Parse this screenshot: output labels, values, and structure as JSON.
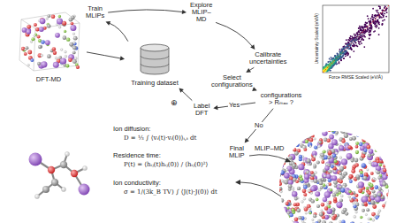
{
  "diagram": {
    "nodes": [
      {
        "text": [
          "DFT-MD"
        ]
      },
      {
        "text": [
          "Training dataset"
        ]
      },
      {
        "text": [
          "Train MLIPs"
        ]
      },
      {
        "text": [
          "Explore MLIP–MD"
        ]
      },
      {
        "text": [
          "Calibrate uncertainties"
        ]
      },
      {
        "text": [
          "Select configurations"
        ]
      },
      {
        "text": [
          "configurations > Rₘₐₓ ?"
        ]
      },
      {
        "text": [
          "Label DFT"
        ]
      },
      {
        "text": [
          "Final MLIP"
        ]
      }
    ],
    "edges": [
      {
        "from": 0,
        "to": 1,
        "arrow": "to"
      },
      {
        "from": 1,
        "to": 2,
        "arrow": "to"
      },
      {
        "from": 2,
        "to": 3,
        "arrow": "to"
      },
      {
        "from": 3,
        "to": 4,
        "arrow": "to"
      },
      {
        "from": 4,
        "to": 5,
        "arrow": "to"
      },
      {
        "from": 5,
        "to": 6,
        "arrow": "to"
      },
      {
        "from": 6,
        "to": 7,
        "label": "Yes",
        "arrow": "to"
      },
      {
        "from": 6,
        "to": 8,
        "label": "No",
        "arrow": "to"
      },
      {
        "from": 7,
        "to": 1,
        "arrow": "to"
      }
    ],
    "labels": [
      "⊕",
      "MLIP–MD",
      "Ion diffusion:",
      "D = ⅓ ∫ ⟨vᵢ(t)·vᵢ(0)⟩ᵢ,ₜ dt",
      "Residence time:",
      "P(t) = ⟨hᵢⱼ(t)hᵢⱼ(0)⟩ / ⟨hᵢⱼ(0)²⟩",
      "Ion conductivity:",
      "σ = 1/(3k_B TV) ∫ ⟨J(t)·J(0)⟩ dt",
      "Force RMSE Scaled (eV/Å)",
      "Uncertainty Scaled (eV/Å)"
    ]
  }
}
